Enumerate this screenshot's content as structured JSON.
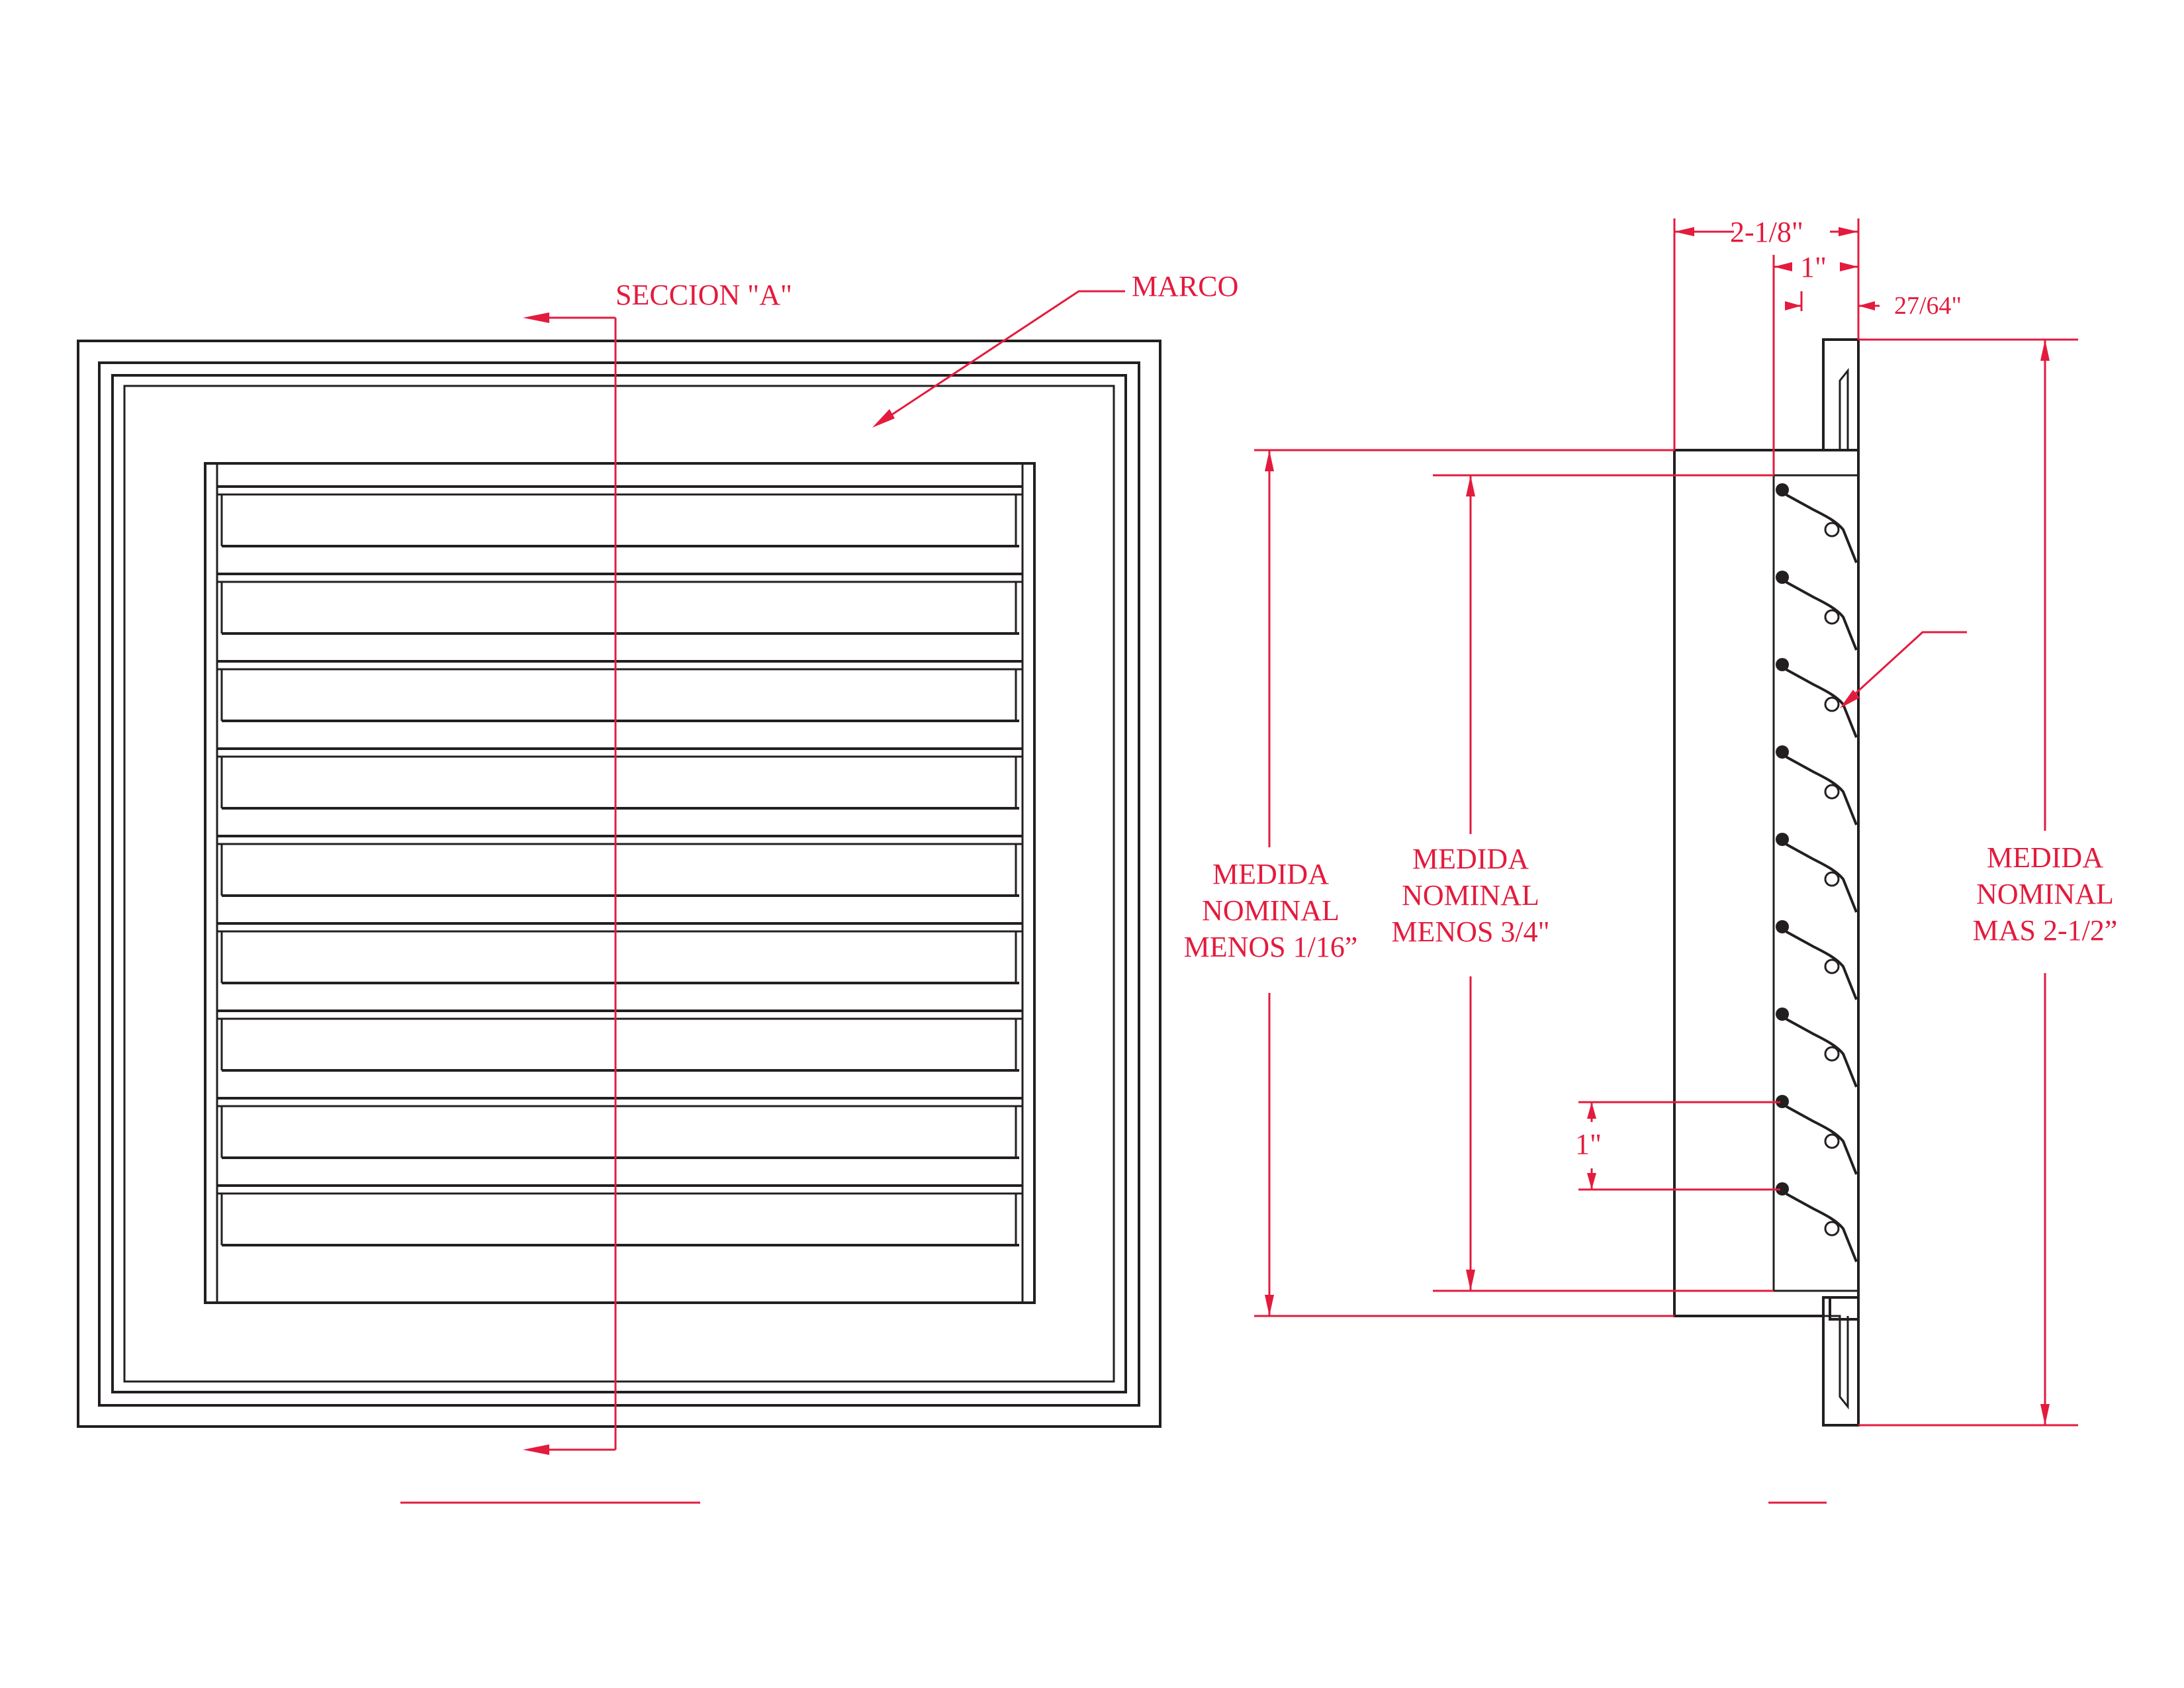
{
  "front_view": {
    "section_label": "SECCION \"A\"",
    "frame_label": "MARCO",
    "louver_count": 9
  },
  "side_view": {
    "dim_overall_depth": "2-1/8\"",
    "dim_frame_depth": "1\"",
    "dim_flange": "27/64\"",
    "dim_blade_pitch": "1\"",
    "blade_count": 9,
    "height_minus_1_16": {
      "line1": "MEDIDA",
      "line2": "NOMINAL",
      "line3": "MENOS 1/16”"
    },
    "height_minus_3_4": {
      "line1": "MEDIDA",
      "line2": "NOMINAL",
      "line3": "MENOS 3/4\""
    },
    "height_plus_2_1_2": {
      "line1": "MEDIDA",
      "line2": "NOMINAL",
      "line3": "MAS 2-1/2”"
    }
  },
  "colors": {
    "ink": "#231f20",
    "dimension": "#e31b3d"
  }
}
